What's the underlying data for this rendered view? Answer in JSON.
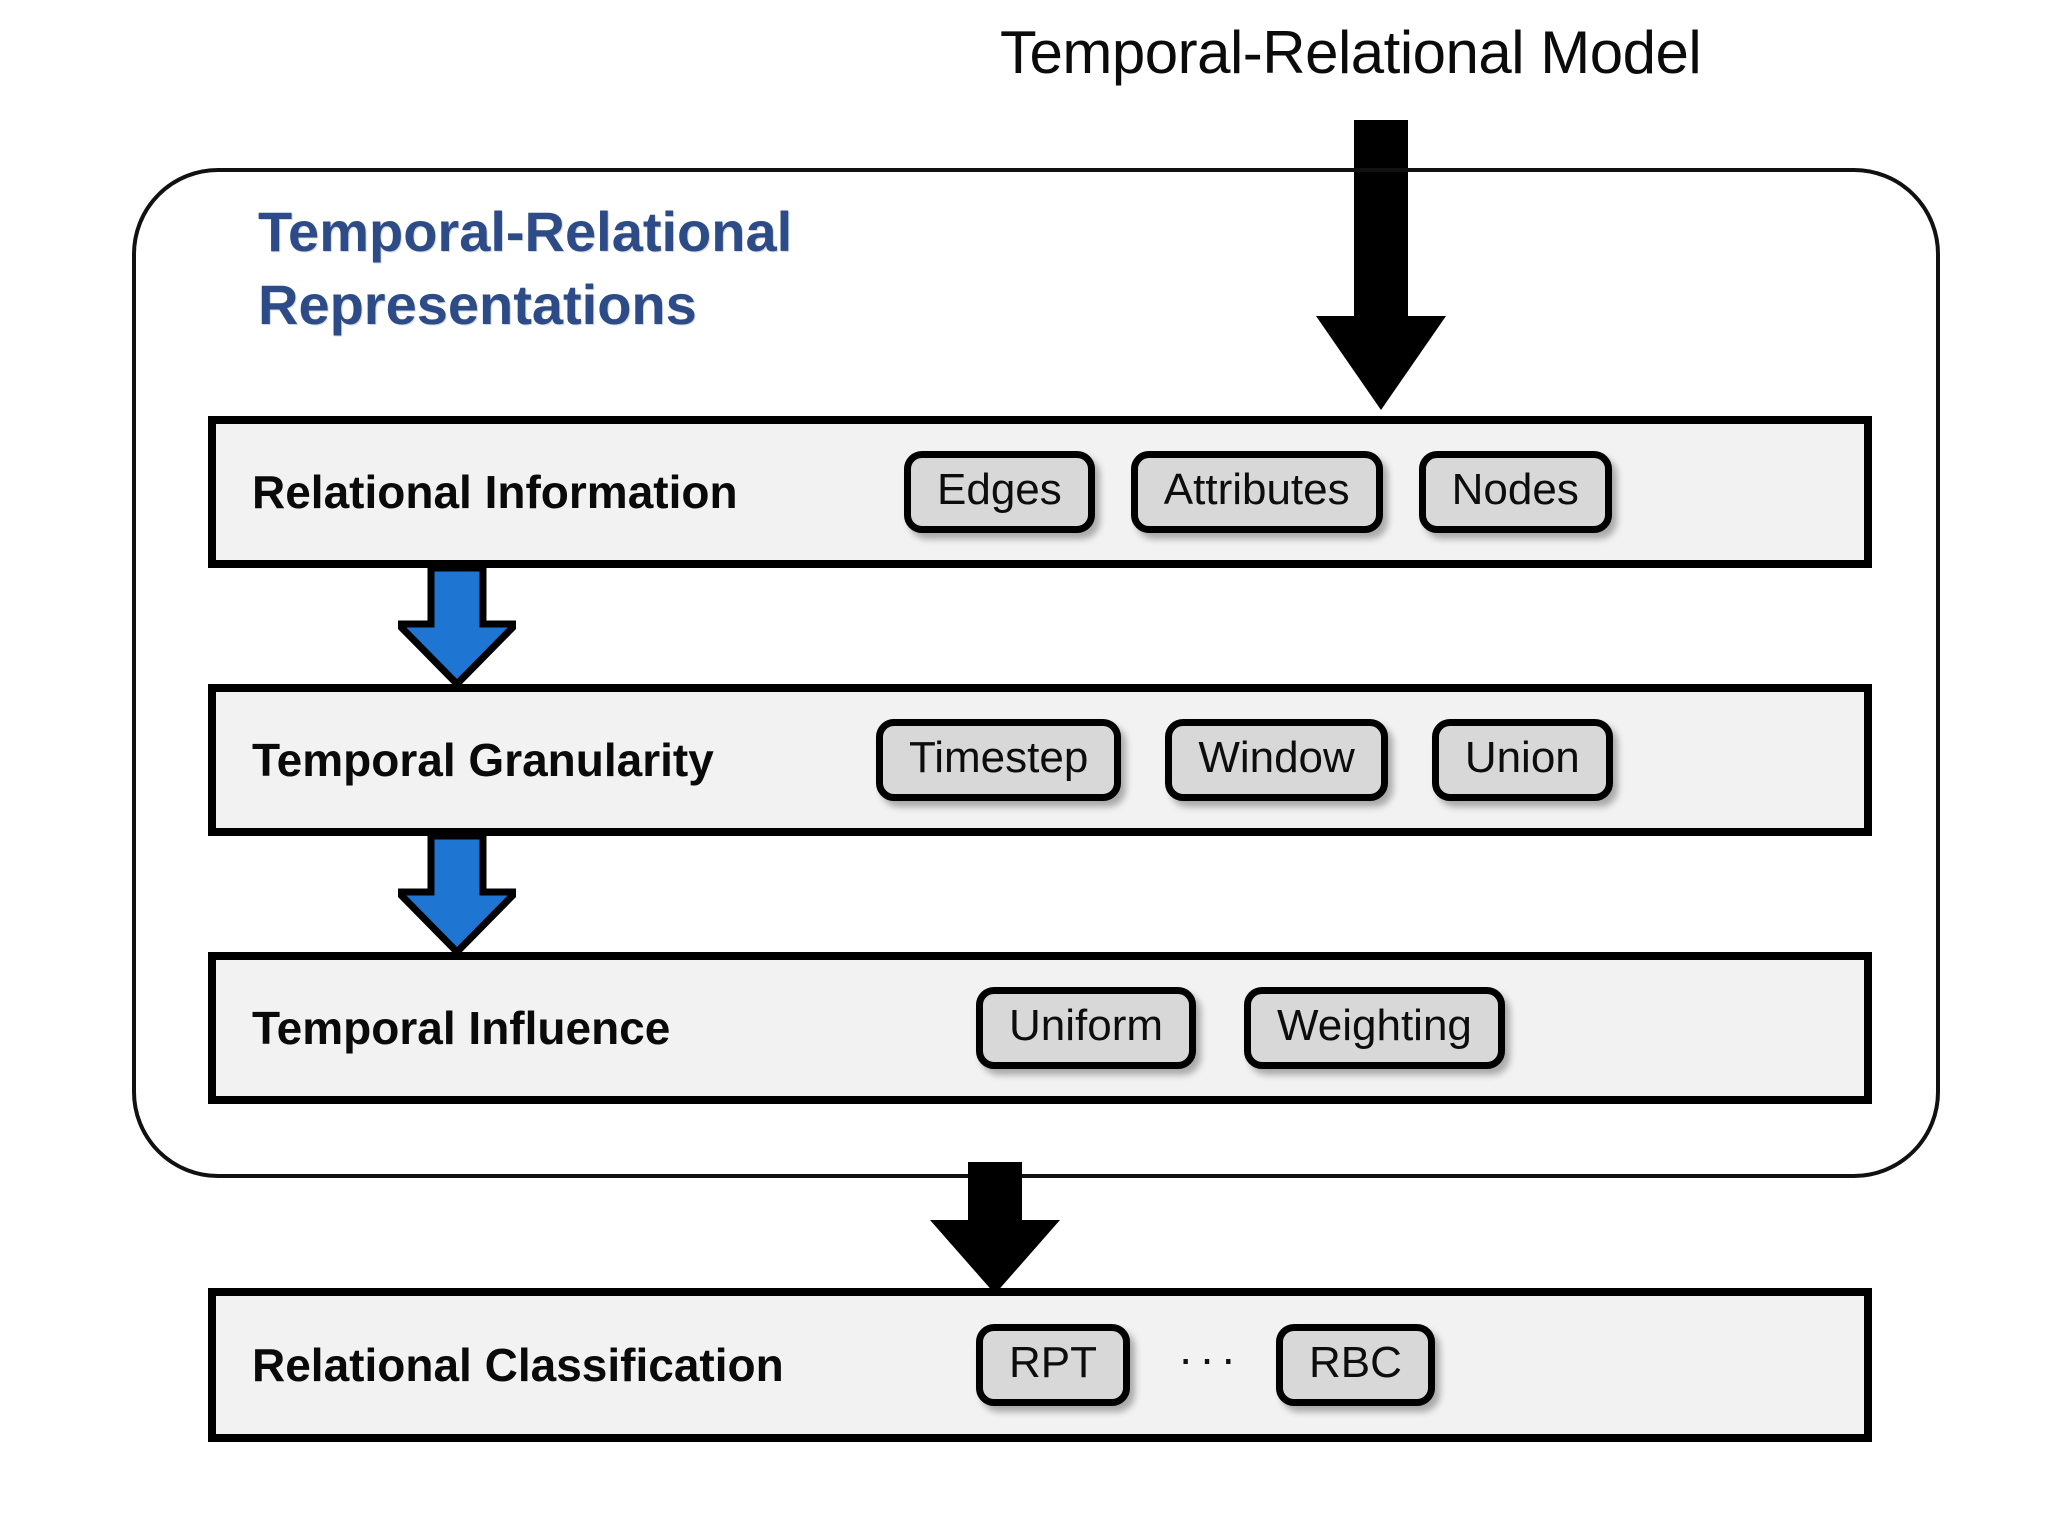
{
  "title": "Temporal-Relational Model",
  "container": {
    "heading": "Temporal-Relational\nRepresentations",
    "heading_line1": "Temporal-Relational",
    "heading_line2": "Representations",
    "heading_color": "#2d4b86"
  },
  "rows": [
    {
      "label": "Relational Information",
      "pills": [
        "Edges",
        "Attributes",
        "Nodes"
      ]
    },
    {
      "label": "Temporal Granularity",
      "pills": [
        "Timestep",
        "Window",
        "Union"
      ]
    },
    {
      "label": "Temporal Influence",
      "pills": [
        "Uniform",
        "Weighting"
      ]
    }
  ],
  "classification_row": {
    "label": "Relational Classification",
    "pill_left": "RPT",
    "separator": "···",
    "pill_right": "RBC"
  },
  "arrows": {
    "top": {
      "name": "black-down-arrow-into-model",
      "color": "#000000"
    },
    "blue1": {
      "name": "blue-down-arrow-info-to-granularity",
      "color": "#1f76d2"
    },
    "blue2": {
      "name": "blue-down-arrow-granularity-to-influence",
      "color": "#1f76d2"
    },
    "bottom": {
      "name": "black-down-arrow-to-classification",
      "color": "#000000"
    }
  },
  "colors": {
    "bar_fill": "#f2f2f2",
    "pill_fill": "#d8d8d8",
    "outline": "#000000",
    "blue_arrow": "#1f76d2",
    "heading_blue": "#2d4b86"
  }
}
